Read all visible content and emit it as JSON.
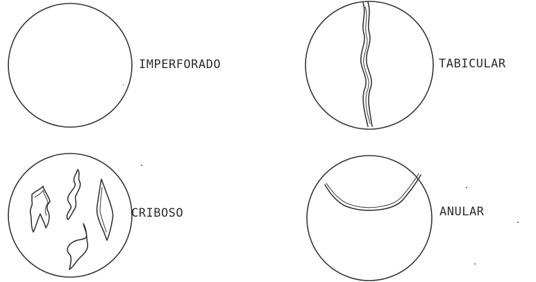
{
  "diagrams": [
    {
      "id": "imperforado",
      "label": "IMPERFORADO"
    },
    {
      "id": "tabicular",
      "label": "TABICULAR"
    },
    {
      "id": "criboso",
      "label": "CRIBOSO"
    },
    {
      "id": "anular",
      "label": "ANULAR"
    }
  ],
  "colors": {
    "ink": "#333333",
    "background": "#ffffff"
  }
}
